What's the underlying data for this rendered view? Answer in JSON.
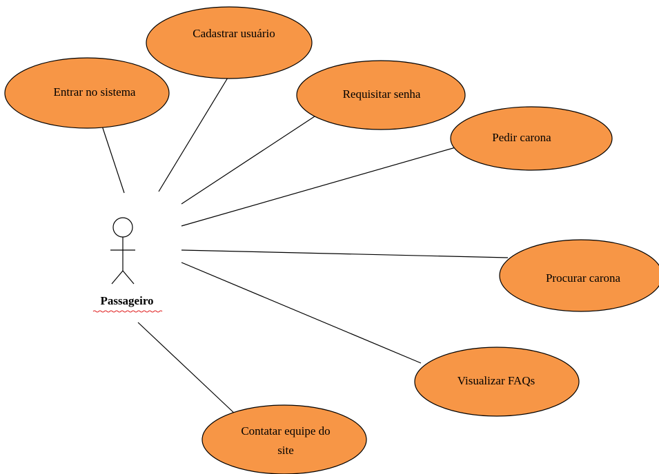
{
  "colors": {
    "use_case_fill": "#F79646",
    "stroke": "#000000",
    "spellcheck_underline": "#E02020"
  },
  "actor": {
    "label": "Passageiro",
    "icon": "stick-figure-icon"
  },
  "use_cases": [
    {
      "id": "entrar",
      "lines": [
        "Entrar no sistema"
      ]
    },
    {
      "id": "cadastrar",
      "lines": [
        "Cadastrar usuário"
      ]
    },
    {
      "id": "requisitar",
      "lines": [
        "Requisitar senha"
      ]
    },
    {
      "id": "pedir",
      "lines": [
        "Pedir carona"
      ]
    },
    {
      "id": "procurar",
      "lines": [
        "Procurar carona"
      ]
    },
    {
      "id": "visualizar",
      "lines": [
        "Visualizar FAQs"
      ]
    },
    {
      "id": "contatar",
      "lines": [
        "Contatar equipe do",
        "site"
      ]
    }
  ]
}
